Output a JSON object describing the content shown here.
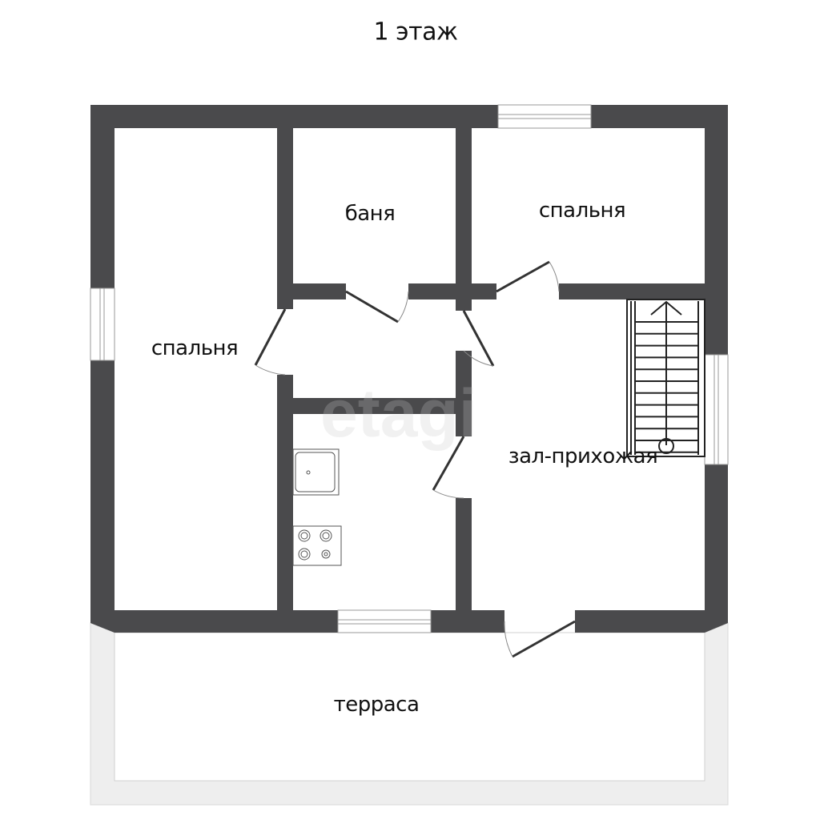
{
  "title": "1 этаж",
  "rooms": {
    "bedroom_left": "спальня",
    "bath": "баня",
    "bedroom_right": "спальня",
    "hall": "зал-прихожая",
    "terrace": "терраса"
  },
  "watermark": "etagi",
  "colors": {
    "wall": "#4a4a4c",
    "terrace": "#eeeeee",
    "line": "#333333"
  }
}
